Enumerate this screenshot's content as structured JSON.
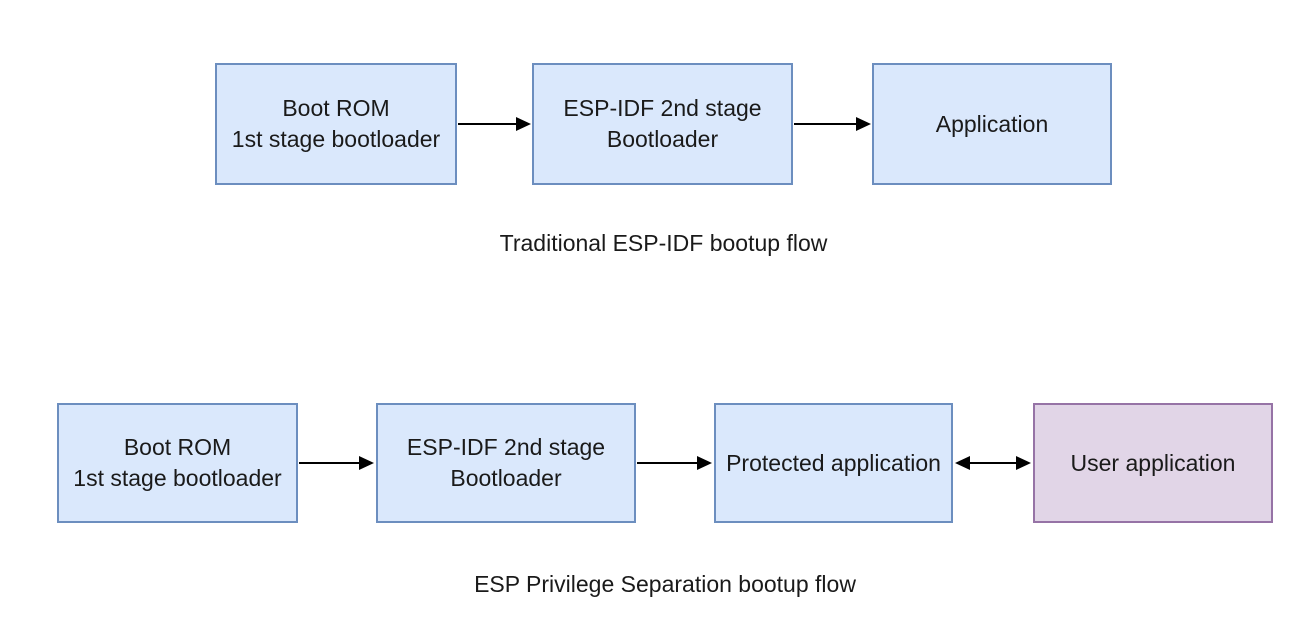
{
  "page": {
    "background": "#ffffff"
  },
  "palette": {
    "node_fill_blue": "#dae8fc",
    "node_border_blue": "#6c8ebf",
    "node_fill_purple": "#e1d5e7",
    "node_border_purple": "#9673a6",
    "arrow_color": "#000000",
    "text_color": "#1a1a1a"
  },
  "flows": [
    {
      "caption": "Traditional ESP-IDF bootup flow",
      "nodes": [
        {
          "label": "Boot ROM\n1st stage bootloader",
          "style": "blue"
        },
        {
          "label": "ESP-IDF 2nd stage\nBootloader",
          "style": "blue"
        },
        {
          "label": "Application",
          "style": "blue"
        }
      ],
      "connectors": [
        {
          "type": "single-right"
        },
        {
          "type": "single-right"
        }
      ]
    },
    {
      "caption": "ESP Privilege Separation bootup flow",
      "nodes": [
        {
          "label": "Boot ROM\n1st stage bootloader",
          "style": "blue"
        },
        {
          "label": "ESP-IDF 2nd stage\nBootloader",
          "style": "blue"
        },
        {
          "label": "Protected application",
          "style": "blue"
        },
        {
          "label": "User application",
          "style": "purple"
        }
      ],
      "connectors": [
        {
          "type": "single-right"
        },
        {
          "type": "single-right"
        },
        {
          "type": "double"
        }
      ]
    }
  ]
}
